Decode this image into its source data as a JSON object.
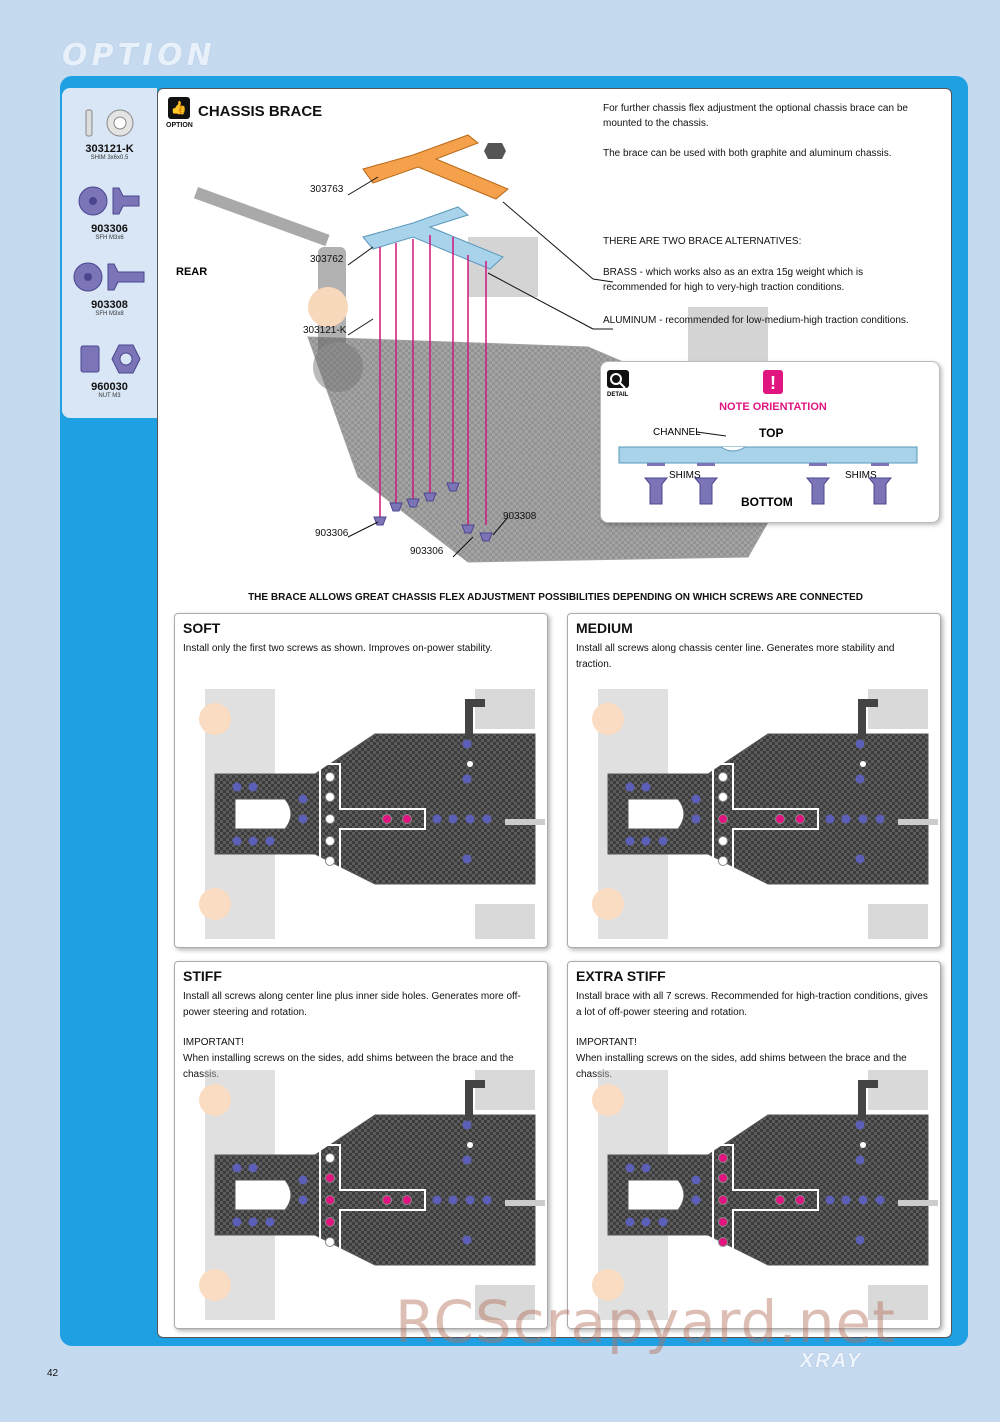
{
  "section_title": "OPTION",
  "parts": [
    {
      "code": "303121-K",
      "desc": "SHIM 3x6x0.5",
      "icon": "washer-icon"
    },
    {
      "code": "903306",
      "desc": "SFH M3x6",
      "icon": "screw-icon"
    },
    {
      "code": "903308",
      "desc": "SFH M3x8",
      "icon": "screw-icon"
    },
    {
      "code": "960030",
      "desc": "NUT M3",
      "icon": "nut-icon"
    }
  ],
  "chassis": {
    "title": "CHASSIS BRACE",
    "option_label": "OPTION",
    "intro_1": "For further chassis flex adjustment the optional chassis brace can be mounted to the chassis.",
    "intro_2": "The brace can be used with both graphite and aluminum chassis.",
    "alternatives_heading": "THERE ARE TWO BRACE ALTERNATIVES:",
    "brass": "BRASS - which works also as an extra 15g weight which is recommended for high to very-high traction conditions.",
    "aluminum": "ALUMINUM - recommended for low-medium-high traction conditions.",
    "rear_label": "REAR",
    "part_labels": {
      "a": "303763",
      "b": "303762",
      "c": "303121-K",
      "d": "903306",
      "e": "903306",
      "f": "903308"
    }
  },
  "detail": {
    "label": "DETAIL",
    "note": "NOTE ORIENTATION",
    "channel": "CHANNEL",
    "top": "TOP",
    "shims_left": "SHIMS",
    "shims_right": "SHIMS",
    "bottom": "BOTTOM",
    "brace_color": "#a8d3ea",
    "screw_color": "#7b75b8",
    "accent": "#e0157f"
  },
  "caption": "THE BRACE ALLOWS GREAT CHASSIS FLEX ADJUSTMENT POSSIBILITIES DEPENDING ON WHICH SCREWS ARE CONNECTED",
  "panels": [
    {
      "title": "SOFT",
      "text": "Install only the first two screws as shown.  Improves on-power stability.",
      "important": "",
      "note": ""
    },
    {
      "title": "MEDIUM",
      "text": "Install all screws along chassis center line. Generates more stability and traction.",
      "important": "",
      "note": ""
    },
    {
      "title": "STIFF",
      "text": "Install all screws along center line plus inner side holes. Generates more off-power steering and rotation.",
      "important": "IMPORTANT!",
      "note": "When installing screws on the sides, add shims between the brace and the chassis."
    },
    {
      "title": "EXTRA STIFF",
      "text": "Install brace with all 7 screws. Recommended for high-traction conditions, gives a lot of off-power steering and rotation.",
      "important": "IMPORTANT!",
      "note": "When installing screws on the sides, add shims between the brace and the chassis."
    }
  ],
  "page_number": "42",
  "brand": "XRAY",
  "watermark": "RCScrapyard.net"
}
